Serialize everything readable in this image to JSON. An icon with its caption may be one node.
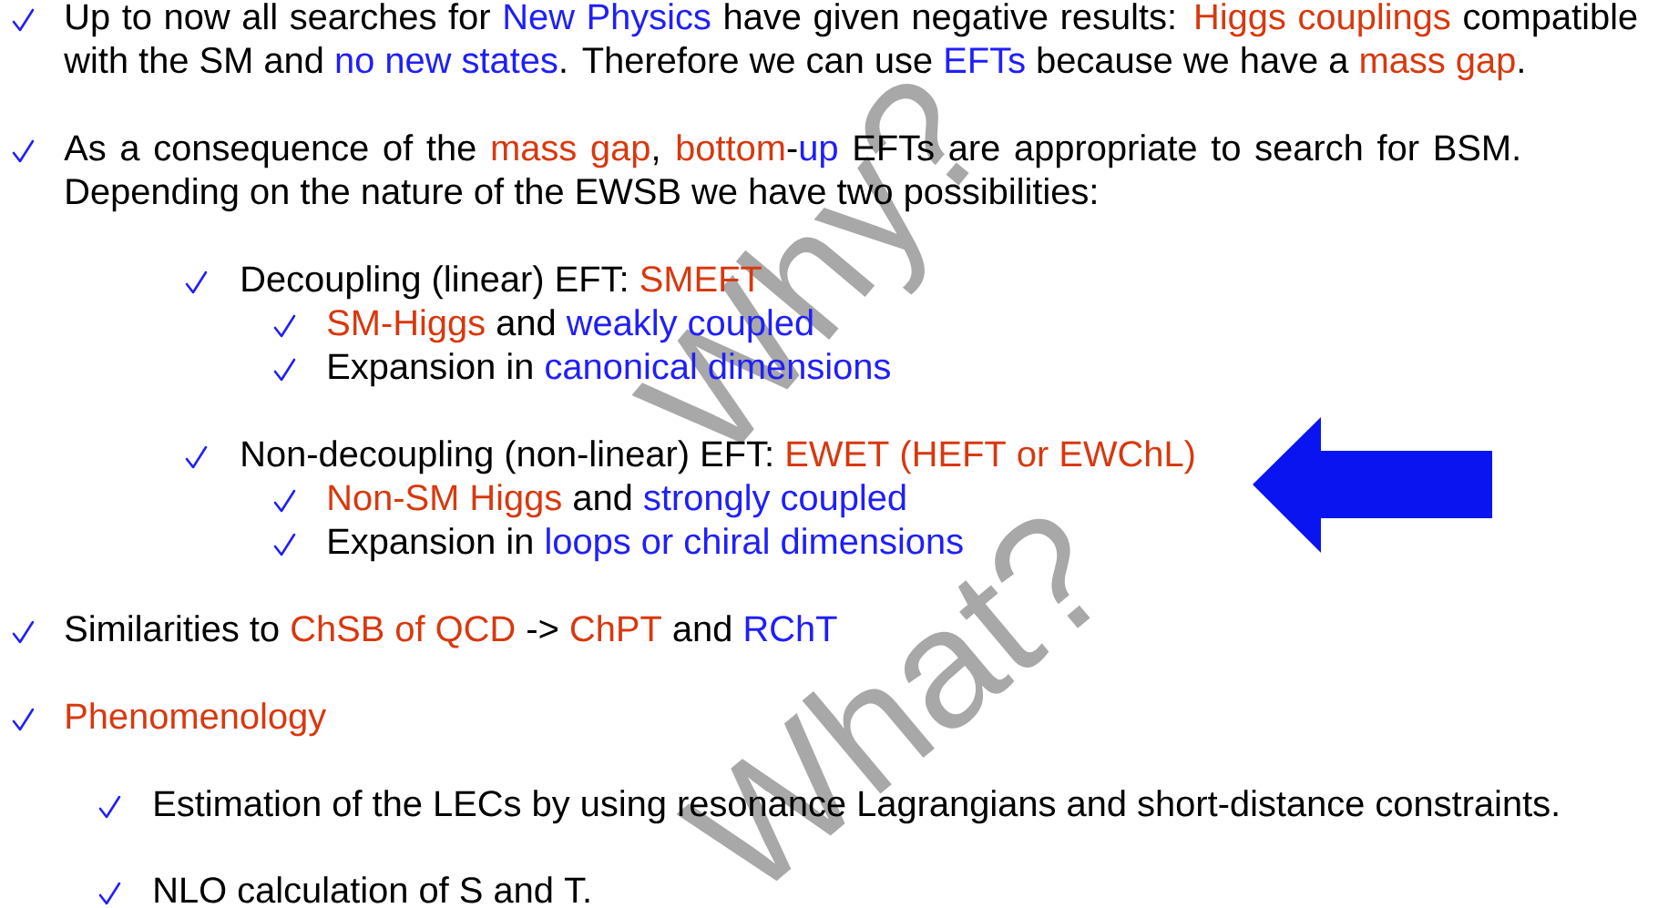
{
  "diagram": {
    "labels": [
      "Up to now all searches for",
      "New Physics",
      "have given negative results:",
      "Higgs couplings",
      "compatible with the SM and",
      "no new states",
      ". Therefore we can use",
      "EFTs",
      "because we have a",
      "mass gap",
      ".",
      "As a consequence of the",
      "mass gap",
      ",",
      "bottom",
      "-",
      "up",
      "EFTs are appropriate to search for BSM. Depending on the nature of the EWSB we have two possibilities:",
      "Decoupling (linear) EFT:",
      "SMEFT",
      "SM-Higgs",
      "and",
      "weakly coupled",
      "Expansion in",
      "canonical dimensions",
      "Non-decoupling (non-linear) EFT:",
      "EWET (HEFT or EWChL)",
      "Non-SM Higgs",
      "and",
      "strongly coupled",
      "Expansion in",
      "loops or chiral dimensions",
      "Similarities to",
      "ChSB of QCD",
      "->",
      "ChPT",
      "and",
      "RChT",
      "Phenomenology",
      "Estimation of the LECs by using resonance Lagrangians and short-distance constraints.",
      "NLO calculation of S and T.",
      "Why?",
      "What?"
    ]
  }
}
